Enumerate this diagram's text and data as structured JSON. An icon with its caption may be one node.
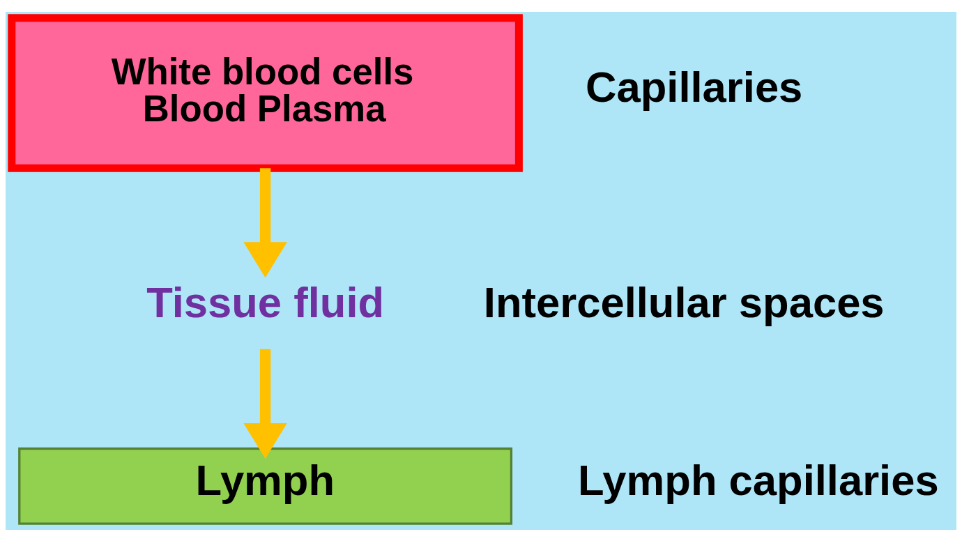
{
  "diagram": {
    "nodes": [
      {
        "text": [
          "White blood cells",
          "Blood Plasma"
        ],
        "beside": [
          "Capillaries"
        ]
      },
      {
        "text": [
          "Tissue fluid"
        ],
        "beside": [
          "Intercellular spaces"
        ]
      },
      {
        "text": [
          "Lymph"
        ],
        "beside": [
          "Lymph capillaries"
        ]
      }
    ],
    "edges": [
      {
        "from": 0,
        "to": 1,
        "arrow": "to"
      },
      {
        "from": 1,
        "to": 2,
        "arrow": "to"
      }
    ]
  }
}
